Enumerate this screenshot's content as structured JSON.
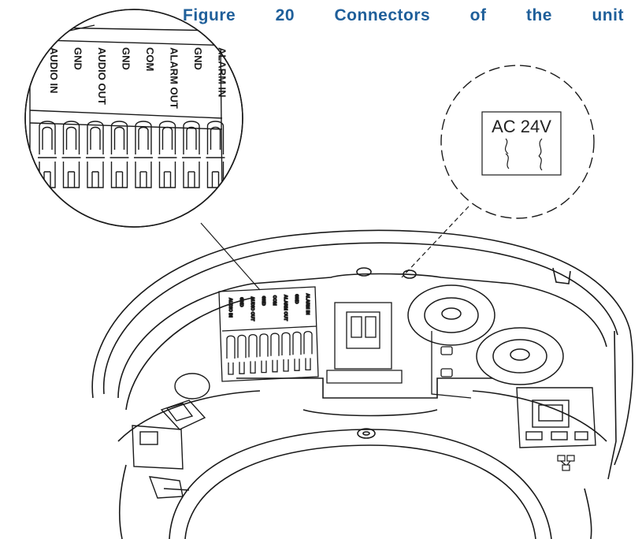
{
  "figure": {
    "caption_words": [
      "Figure",
      "20",
      "Connectors",
      "of",
      "the",
      "unit"
    ]
  },
  "terminal_block": {
    "pins": [
      "AUDIO IN",
      "GND",
      "AUDIO OUT",
      "GND",
      "COM",
      "ALARM OUT",
      "GND",
      "ALARM IN"
    ]
  },
  "power_connector": {
    "label": "AC 24V"
  },
  "colors": {
    "caption": "#1f5f9a",
    "line": "#1a1a1a"
  }
}
